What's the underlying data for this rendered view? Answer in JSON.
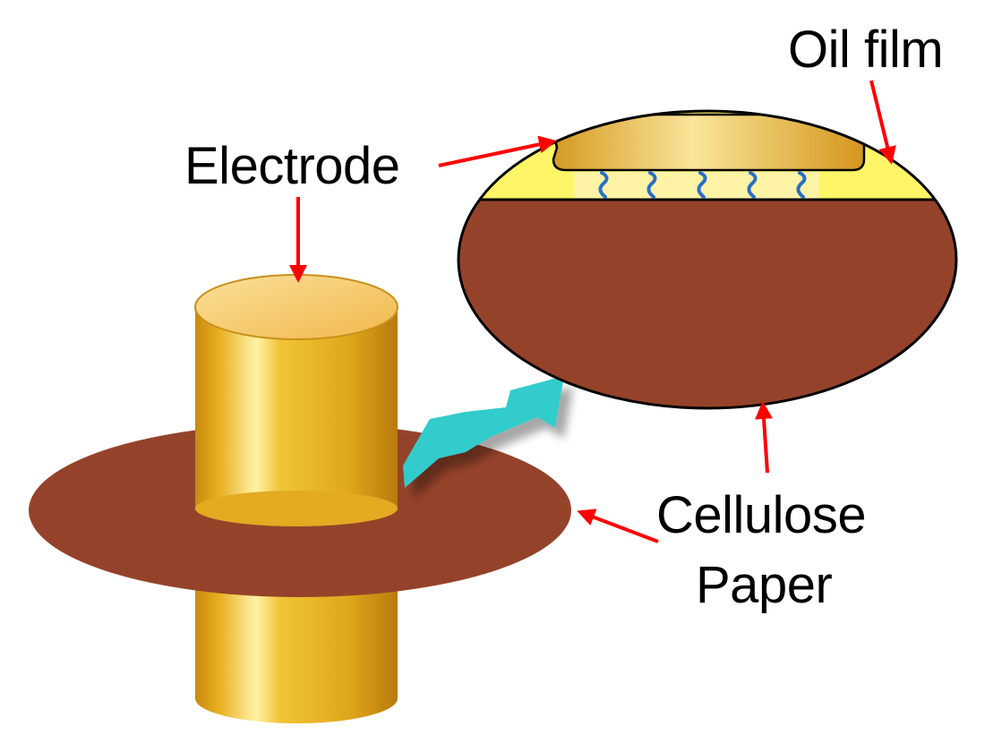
{
  "labels": {
    "oil_film": "Oil film",
    "electrode": "Electrode",
    "cellulose_line1": "Cellulose",
    "cellulose_line2": "Paper"
  },
  "colors": {
    "electrode_gold": "#E8B020",
    "electrode_highlight": "#FFF2A8",
    "electrode_top": "#F5C860",
    "paper_brown": "#94432A",
    "oil_yellow": "#FFF566",
    "pointer_arrow": "#FF0000",
    "zoom_arrow": "#33CCCC",
    "water_wave": "#2A6EC8"
  },
  "icons": {
    "zoom_arrow": "cyan-zigzag-arrow-icon",
    "pointer": "red-pointer-arrow-icon",
    "wave": "blue-squiggle-icon"
  }
}
